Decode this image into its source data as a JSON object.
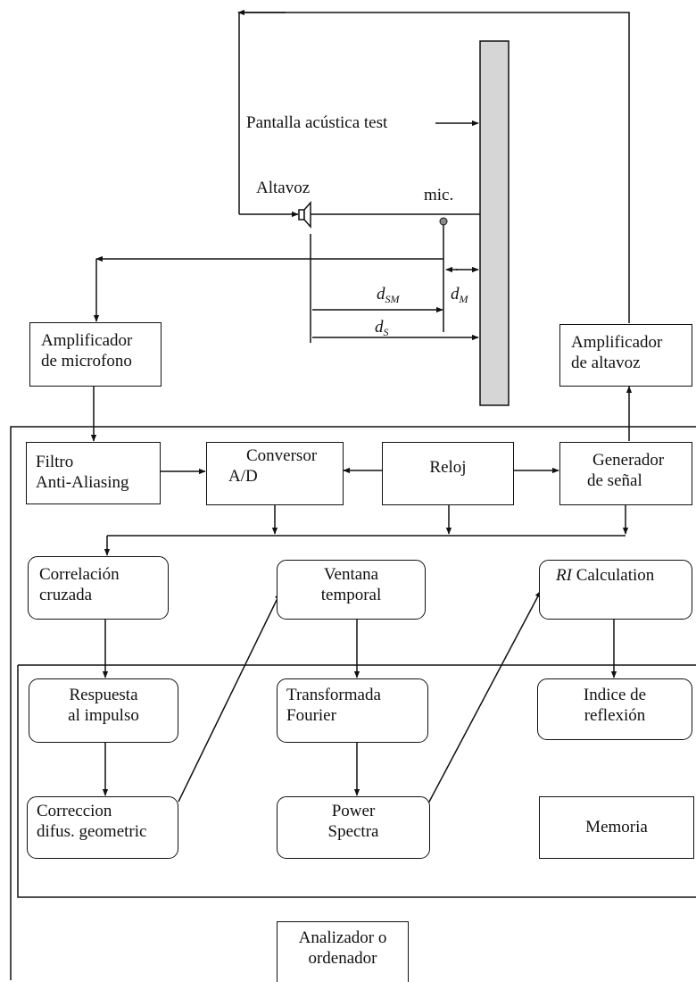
{
  "labels": {
    "pantalla": "Pantalla acústica test",
    "altavoz": "Altavoz",
    "mic": "mic.",
    "d_sm": "d",
    "d_sm_sub": "SM",
    "d_m": "d",
    "d_m_sub": "M",
    "d_s": "d",
    "d_s_sub": "S"
  },
  "blocks": {
    "amp_mic": [
      "Amplificador",
      "de microfono"
    ],
    "amp_altavoz": [
      "Amplificador",
      "de altavoz"
    ],
    "filtro": [
      "Filtro",
      "Anti-Aliasing"
    ],
    "conversor": [
      "Conversor",
      "A/D"
    ],
    "reloj": "Reloj",
    "generador": [
      "Generador",
      "de señal"
    ],
    "correlacion": [
      "Correlación",
      "cruzada"
    ],
    "ventana": [
      "Ventana",
      "temporal"
    ],
    "ri_italic": "RI",
    "ri_rest": " Calculation",
    "respuesta": [
      "Respuesta",
      "al impulso"
    ],
    "transformada": [
      "Transformada",
      "Fourier"
    ],
    "indice": [
      "Indice de",
      "reflexión"
    ],
    "correccion": [
      "Correccion",
      "difus. geometric"
    ],
    "power": [
      "Power",
      "Spectra"
    ],
    "memoria": "Memoria",
    "analizador": [
      "Analizador o",
      "ordenador"
    ]
  }
}
